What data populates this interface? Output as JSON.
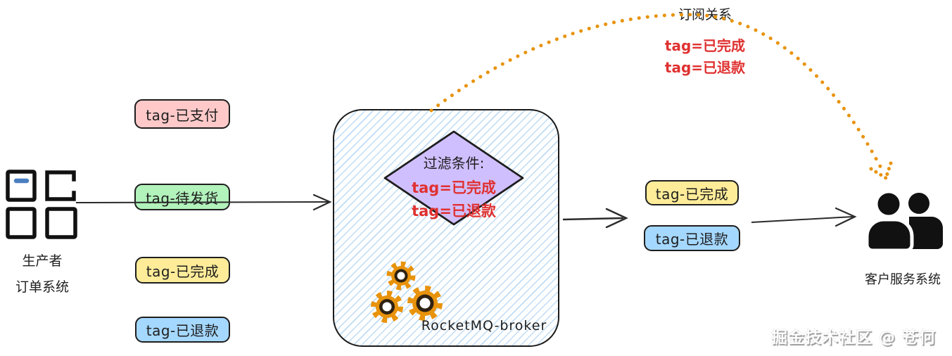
{
  "producer": {
    "role_label": "生产者",
    "system_label": "订单系统"
  },
  "producer_tags": [
    {
      "label": "tag-已支付",
      "color": "#ffc9c9"
    },
    {
      "label": "tag-待发货",
      "color": "#b2f2bb"
    },
    {
      "label": "tag-已完成",
      "color": "#ffec99"
    },
    {
      "label": "tag-已退款",
      "color": "#a5d8ff"
    }
  ],
  "broker": {
    "label": "RocketMQ-broker",
    "hatch_color": "#bedcf6",
    "filter_diamond": {
      "title": "过滤条件:",
      "conditions": [
        "tag=已完成",
        "tag=已退款"
      ],
      "fill_color": "#d0bfff",
      "condition_color": "#e03131"
    },
    "gears_color": "#e8930c"
  },
  "subscription": {
    "title": "订阅关系",
    "conditions": [
      "tag=已完成",
      "tag=已退款"
    ],
    "text_color": "#e03131",
    "arrow_dot_color": "#e8930c"
  },
  "filtered_tags": [
    {
      "label": "tag-已完成",
      "color": "#ffec99"
    },
    {
      "label": "tag-已退款",
      "color": "#a5d8ff"
    }
  ],
  "consumer": {
    "system_label": "客户服务系统"
  },
  "watermark": "掘金技术社区 @ 苍何"
}
